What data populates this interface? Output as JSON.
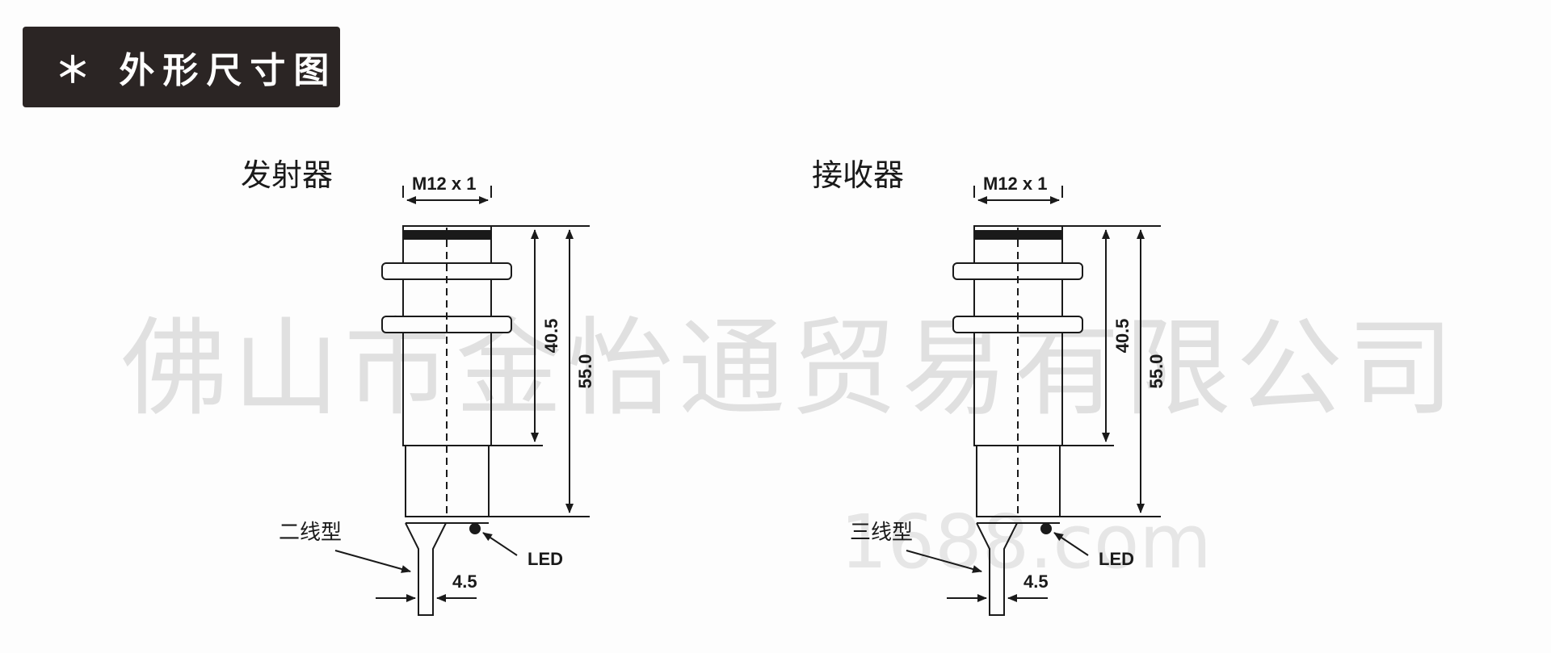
{
  "header": {
    "title": "＊ 外形尺寸图"
  },
  "watermark": {
    "company": "佛山市金怡通贸易有限公司",
    "site": "1688.com"
  },
  "colors": {
    "header_bg": "#2b2524",
    "line": "#1a1a1a",
    "watermark": "#e0e0e0"
  },
  "diagrams": [
    {
      "title": "发射器",
      "thread_label": "M12 x 1",
      "dim_inner": "40.5",
      "dim_outer": "55.0",
      "wire_label": "二线型",
      "led_label": "LED",
      "cable_dim": "4.5"
    },
    {
      "title": "接收器",
      "thread_label": "M12 x 1",
      "dim_inner": "40.5",
      "dim_outer": "55.0",
      "wire_label": "三线型",
      "led_label": "LED",
      "cable_dim": "4.5"
    }
  ]
}
